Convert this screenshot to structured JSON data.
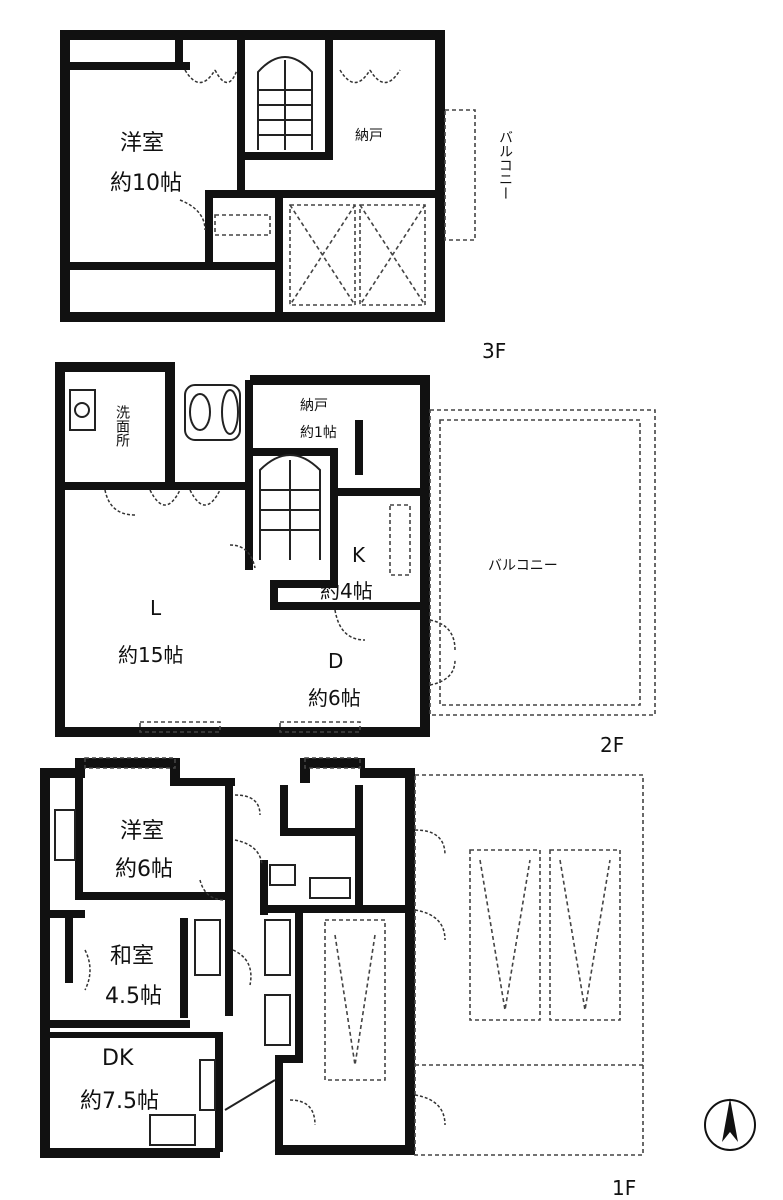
{
  "floors": {
    "f3": {
      "floor_label": "3F",
      "rooms": {
        "western": {
          "name": "洋室",
          "size": "約10帖"
        },
        "closet": "納戸",
        "balcony": "バルコニー"
      }
    },
    "f2": {
      "floor_label": "2F",
      "rooms": {
        "washroom": "洗面所",
        "storage": {
          "name": "納戸",
          "size": "約1帖"
        },
        "kitchen": {
          "name": "K",
          "size": "約4帖"
        },
        "living": {
          "name": "L",
          "size": "約15帖"
        },
        "dining": {
          "name": "D",
          "size": "約6帖"
        },
        "balcony": "バルコニー"
      }
    },
    "f1": {
      "floor_label": "1F",
      "rooms": {
        "western": {
          "name": "洋室",
          "size": "約6帖"
        },
        "japanese": {
          "name": "和室",
          "size": "4.5帖"
        },
        "dk": {
          "name": "DK",
          "size": "約7.5帖"
        }
      }
    }
  },
  "compass": {
    "label": "N"
  }
}
